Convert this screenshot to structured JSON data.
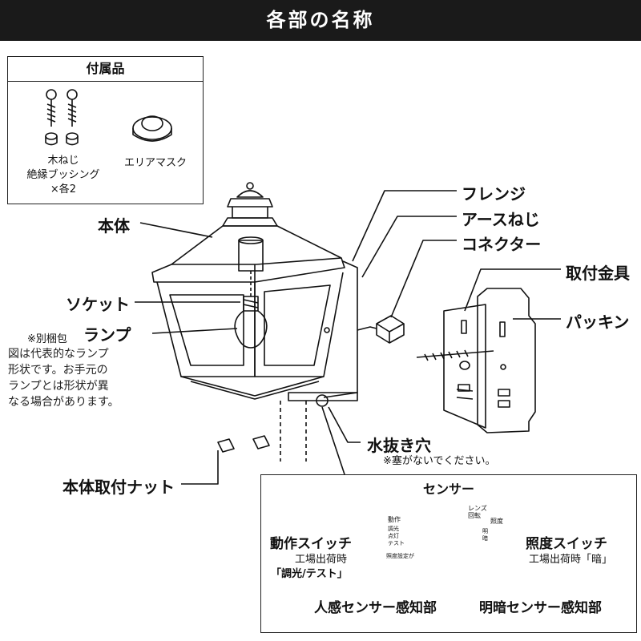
{
  "title": "各部の名称",
  "accessories": {
    "title": "付属品",
    "screw_label": [
      "木ねじ",
      "絶縁ブッシング",
      "×各2"
    ],
    "mask_label": "エリアマスク"
  },
  "labels": {
    "body": "本体",
    "socket": "ソケット",
    "lamp_prefix": "※別梱包",
    "lamp": "ランプ",
    "lamp_note": [
      "図は代表的なランプ",
      "形状です。お手元の",
      "ランプとは形状が異",
      "なる場合があります。"
    ],
    "flange": "フレンジ",
    "earth_screw": "アースねじ",
    "connector": "コネクター",
    "bracket": "取付金具",
    "packing": "パッキン",
    "drain": "水抜き穴",
    "drain_note": "※塞がないでください。",
    "nut": "本体取付ナット"
  },
  "sensor": {
    "title": "センサー",
    "op_switch": "動作スイッチ",
    "op_default": [
      "工場出荷時",
      "「調光/テスト」"
    ],
    "light_switch": "照度スイッチ",
    "light_default": "工場出荷時「暗」",
    "pir": "人感センサー感知部",
    "ambient": "明暗センサー感知部",
    "panel_op": "動作",
    "panel_lens": "レンズ",
    "panel_rotate": "回転",
    "panel_lux": "照度",
    "panel_setting": "照度設定が",
    "panel_op_modes": [
      "調光",
      "点灯",
      "テスト"
    ],
    "panel_lux_modes": [
      "明",
      "暗"
    ]
  }
}
